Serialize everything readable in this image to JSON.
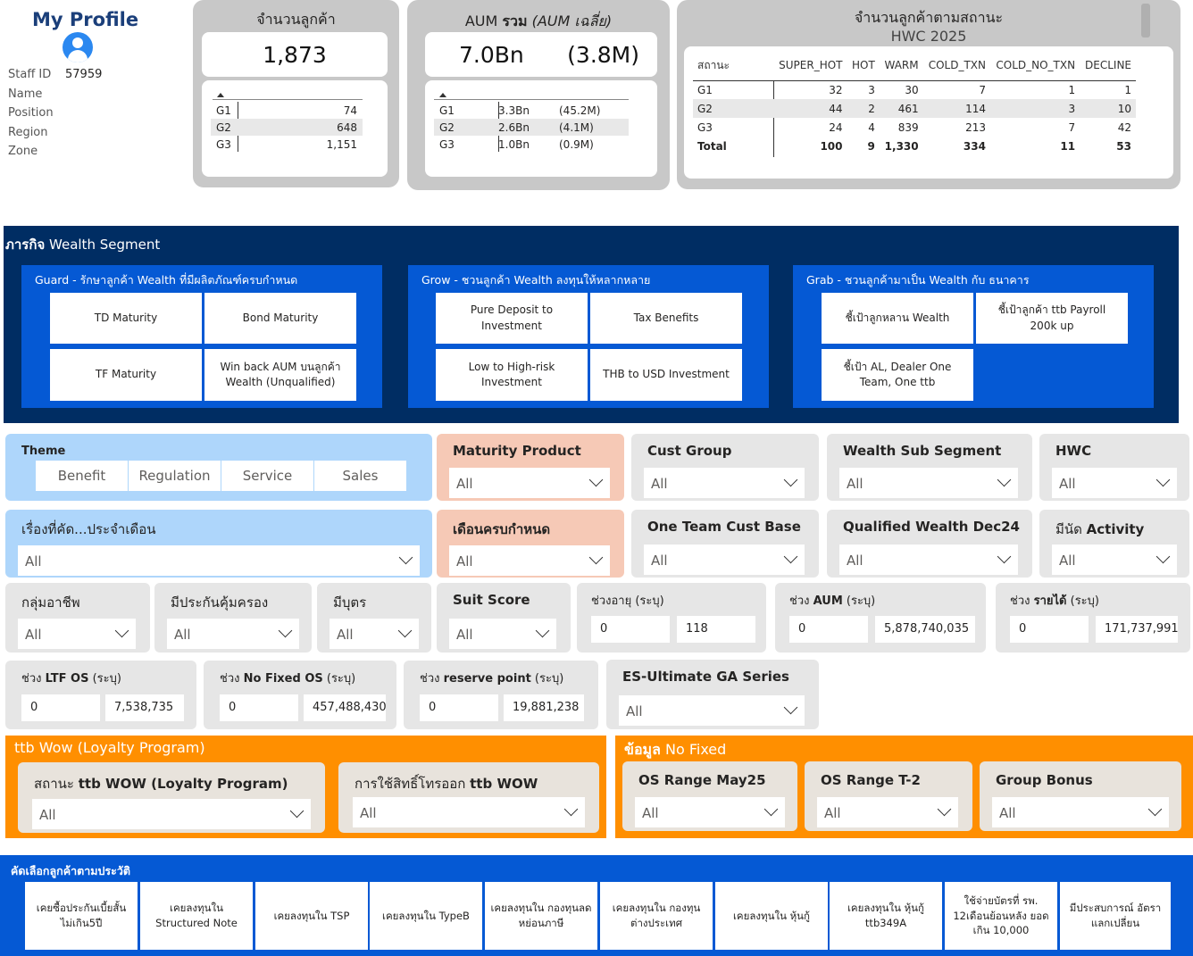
{
  "profile": {
    "title": "My Profile",
    "staff_id_label": "Staff ID",
    "staff_id": "57959",
    "name_label": "Name",
    "position_label": "Position",
    "region_label": "Region",
    "zone_label": "Zone"
  },
  "kpi_customers": {
    "title": "จำนวนลูกค้า",
    "value": "1,873",
    "rows": [
      {
        "group": "G1",
        "value": "74"
      },
      {
        "group": "G2",
        "value": "648"
      },
      {
        "group": "G3",
        "value": "1,151"
      }
    ]
  },
  "kpi_aum": {
    "title_prefix": "AUM ",
    "title_bold": "รวม",
    "title_italic": "(AUM เฉลี่ย)",
    "total": "7.0Bn",
    "avg": "(3.8M)",
    "rows": [
      {
        "group": "G1",
        "total": "3.3Bn",
        "avg": "(45.2M)"
      },
      {
        "group": "G2",
        "total": "2.6Bn",
        "avg": "(4.1M)"
      },
      {
        "group": "G3",
        "total": "1.0Bn",
        "avg": "(0.9M)"
      }
    ]
  },
  "kpi_status": {
    "title": "จำนวนลูกค้าตามสถานะ",
    "subtitle": "HWC 2025",
    "columns": [
      "สถานะ",
      "SUPER_HOT",
      "HOT",
      "WARM",
      "COLD_TXN",
      "COLD_NO_TXN",
      "DECLINE"
    ],
    "rows": [
      [
        "G1",
        "32",
        "3",
        "30",
        "7",
        "1",
        "1"
      ],
      [
        "G2",
        "44",
        "2",
        "461",
        "114",
        "3",
        "10"
      ],
      [
        "G3",
        "24",
        "4",
        "839",
        "213",
        "7",
        "42"
      ],
      [
        "Total",
        "100",
        "9",
        "1,330",
        "334",
        "11",
        "53"
      ]
    ]
  },
  "wealth": {
    "title_bold": "ภารกิจ",
    "title_rest": " Wealth Segment",
    "groups": [
      {
        "title": "Guard - รักษาลูกค้า Wealth ที่มีผลิตภัณฑ์ครบกำหนด",
        "buttons": [
          "TD Maturity",
          "Bond Maturity",
          "TF Maturity",
          "Win back AUM บนลูกค้า Wealth (Unqualified)"
        ]
      },
      {
        "title": "Grow - ชวนลูกค้า Wealth ลงทุนให้หลากหลาย",
        "buttons": [
          "Pure Deposit to Investment",
          "Tax Benefits",
          "Low to High-risk Investment",
          "THB to USD Investment"
        ]
      },
      {
        "title": "Grab - ชวนลูกค้ามาเป็น Wealth กับ ธนาคาร",
        "buttons": [
          "ชี้เป้าลูกหลาน Wealth",
          "ชี้เป้าลูกค้า ttb Payroll 200k up",
          "ชี้เป้า AL, Dealer One Team, One ttb"
        ]
      }
    ]
  },
  "filters": {
    "all": "All",
    "theme": {
      "title": "Theme",
      "options": [
        "Benefit",
        "Regulation",
        "Service",
        "Sales"
      ]
    },
    "maturity_product": "Maturity Product",
    "cust_group": "Cust Group",
    "wealth_sub_segment": "Wealth Sub Segment",
    "hwc": "HWC",
    "monthly_topic": "เรื่องที่คัด...ประจำเดือน",
    "due_month": "เดือนครบกำหนด",
    "one_team": "One Team Cust Base",
    "qualified_wealth": "Qualified Wealth Dec24",
    "activity_prefix": "มีนัด ",
    "activity_bold": "Activity",
    "occupation": "กลุ่มอาชีพ",
    "insurance": "มีประกันคุ้มครอง",
    "children": "มีบุตร",
    "suit_score": "Suit Score",
    "es_ultimate": "ES-Ultimate GA Series",
    "age_range": {
      "title_prefix": "ช่วงอายุ ",
      "title_suffix": "(ระบุ)",
      "min": "0",
      "max": "118"
    },
    "aum_range": {
      "title_prefix": "ช่วง ",
      "title_bold": "AUM",
      "title_suffix": " (ระบุ)",
      "min": "0",
      "max": "5,878,740,035"
    },
    "income_range": {
      "title_prefix": "ช่วง ",
      "title_bold": "รายได้",
      "title_suffix": " (ระบุ)",
      "min": "0",
      "max": "171,737,991"
    },
    "ltf_range": {
      "title_prefix": "ช่วง ",
      "title_bold": "LTF OS",
      "title_suffix": " (ระบุ)",
      "min": "0",
      "max": "7,538,735"
    },
    "nofixed_range": {
      "title_prefix": "ช่วง ",
      "title_bold": "No Fixed OS",
      "title_suffix": " (ระบุ)",
      "min": "0",
      "max": "457,488,430"
    },
    "reserve_range": {
      "title_prefix": "ช่วง ",
      "title_bold": "reserve point",
      "title_suffix": " (ระบุ)",
      "min": "0",
      "max": "19,881,238"
    }
  },
  "ttb_wow": {
    "title": "ttb Wow (Loyalty Program)",
    "status_prefix": "สถานะ ",
    "status_bold": "ttb WOW (Loyalty Program)",
    "usage_prefix": "การใช้สิทธิ์โทรออก ",
    "usage_bold": "ttb WOW"
  },
  "no_fixed": {
    "title_bold": "ข้อมูล",
    "title_rest": " No Fixed",
    "os_range_may": "OS Range May25",
    "os_range_t2": "OS Range T-2",
    "group_bonus": "Group Bonus"
  },
  "history": {
    "title": "คัดเลือกลูกค้าตามประวัติ",
    "buttons": [
      "เคยซื้อประกันเบี้ยสั้น ไม่เกิน5ปี",
      "เคยลงทุนใน Structured Note",
      "เคยลงทุนใน TSP",
      "เคยลงทุนใน TypeB",
      "เคยลงทุนใน กองทุนลดหย่อนภาษี",
      "เคยลงทุนใน กองทุนต่างประเทศ",
      "เคยลงทุนใน หุ้นกู้",
      "เคยลงทุนใน หุ้นกู้ ttb349A",
      "ใช้จ่ายบัตรที่ รพ. 12เดือนย้อนหลัง ยอดเกิน 10,000",
      "มีประสบการณ์ อัตราแลกเปลี่ยน"
    ]
  },
  "colors": {
    "navy": "#002d63",
    "blue": "#0559d4",
    "orange": "#ff8f00",
    "light_blue": "#aed6fb",
    "peach": "#f6c9b6",
    "grey_card": "#c8c8c8"
  }
}
